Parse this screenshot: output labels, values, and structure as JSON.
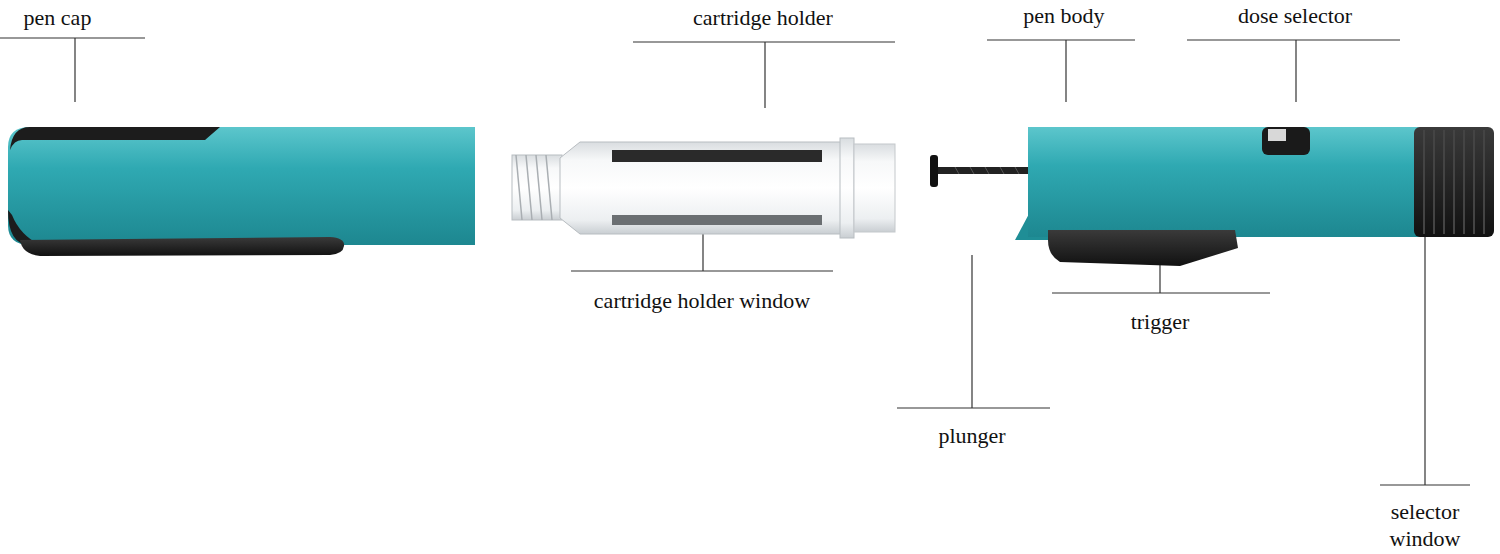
{
  "diagram": {
    "labels": [
      "pen cap",
      "cartridge holder",
      "pen body",
      "dose selector",
      "cartridge holder window",
      "trigger",
      "plunger",
      "selector window"
    ]
  }
}
